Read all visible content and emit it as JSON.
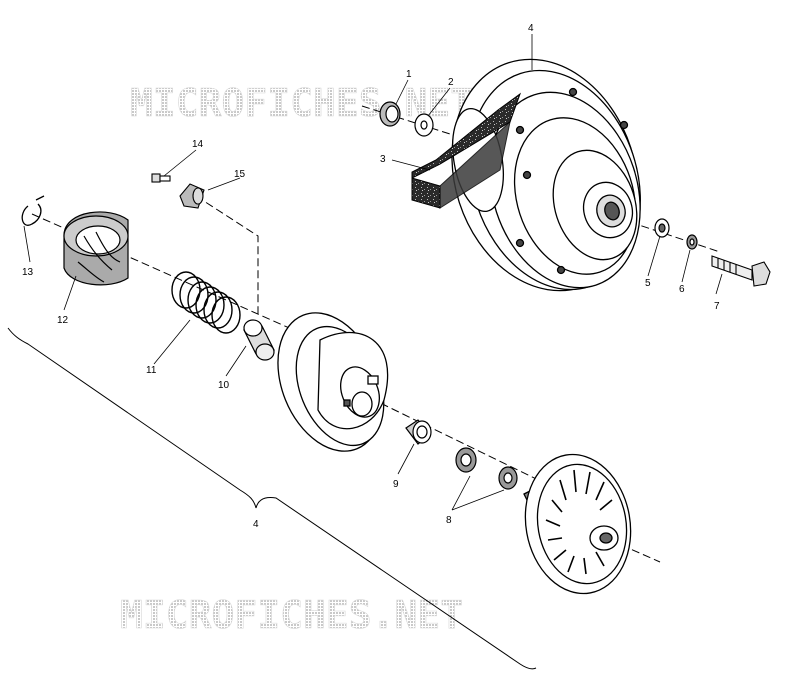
{
  "watermark": {
    "top": "MICROFICHES.NET",
    "bottom": "MICROFICHES.NET"
  },
  "callouts": {
    "c1": "1",
    "c2": "2",
    "c3": "3",
    "c4_top": "4",
    "c5": "5",
    "c6": "6",
    "c7": "7",
    "c8": "8",
    "c9": "9",
    "c10": "10",
    "c11": "11",
    "c12": "12",
    "c13": "13",
    "c14": "14",
    "c15": "15",
    "c4_bracket": "4"
  }
}
